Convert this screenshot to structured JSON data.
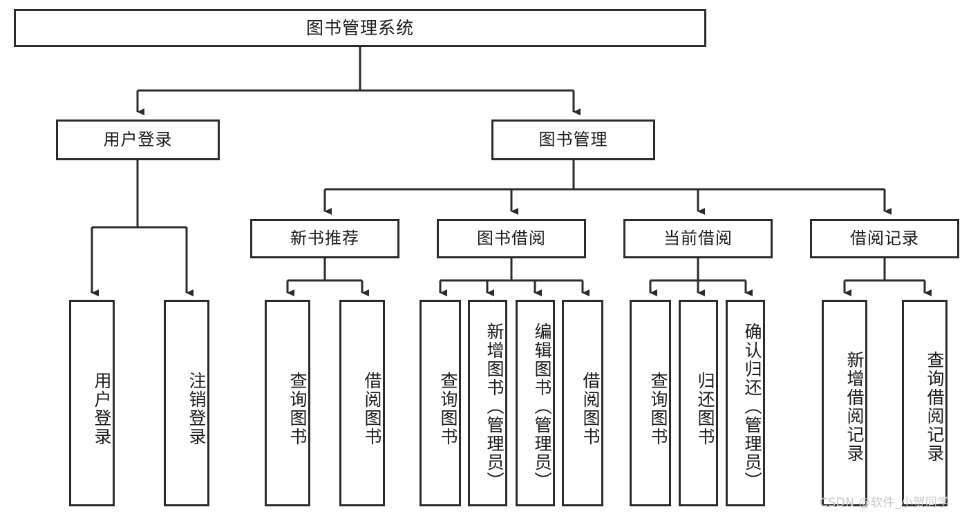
{
  "diagram": {
    "type": "hierarchy-tree",
    "title": "图书管理系统",
    "watermark": "CSDN @软件_小贺同学",
    "colors": {
      "box_border": "#2b2b2b",
      "box_fill": "#ffffff",
      "line": "#2b2b2b",
      "text": "#1a1a1a",
      "watermark": "#c9c9c9"
    },
    "levels": 4,
    "root": {
      "id": "root",
      "label": "图书管理系统"
    },
    "level2": [
      {
        "id": "user-login",
        "label": "用户登录"
      },
      {
        "id": "book-manage",
        "label": "图书管理"
      }
    ],
    "level3": [
      {
        "id": "new-book-rec",
        "label": "新书推荐",
        "parent": "book-manage"
      },
      {
        "id": "book-borrow",
        "label": "图书借阅",
        "parent": "book-manage"
      },
      {
        "id": "current-borrow",
        "label": "当前借阅",
        "parent": "book-manage"
      },
      {
        "id": "borrow-record",
        "label": "借阅记录",
        "parent": "book-manage"
      }
    ],
    "leaves": {
      "user_login": [
        {
          "id": "leaf-user-login",
          "label": "用户登录"
        },
        {
          "id": "leaf-user-logout",
          "label": "注销登录"
        }
      ],
      "new_book_rec": [
        {
          "id": "leaf-query-book-1",
          "label": "查询图书"
        },
        {
          "id": "leaf-borrow-book-1",
          "label": "借阅图书"
        }
      ],
      "book_borrow": [
        {
          "id": "leaf-query-book-2",
          "label": "查询图书"
        },
        {
          "id": "leaf-add-book",
          "label": "新增图书（管理员）"
        },
        {
          "id": "leaf-edit-book",
          "label": "编辑图书（管理员）"
        },
        {
          "id": "leaf-borrow-book-2",
          "label": "借阅图书"
        }
      ],
      "current_borrow": [
        {
          "id": "leaf-query-book-3",
          "label": "查询图书"
        },
        {
          "id": "leaf-return-book",
          "label": "归还图书"
        },
        {
          "id": "leaf-confirm-return",
          "label": "确认归还（管理员）"
        }
      ],
      "borrow_record": [
        {
          "id": "leaf-add-record",
          "label": "新增借阅记录"
        },
        {
          "id": "leaf-query-record",
          "label": "查询借阅记录"
        }
      ]
    }
  }
}
